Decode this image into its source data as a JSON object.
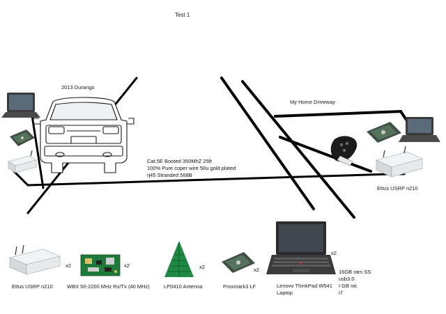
{
  "title": "Test 1",
  "labels": {
    "vehicle": "2013 Durango",
    "driveway": "My Home Driveway",
    "usrp_right": "Ettus USRP n210"
  },
  "cable": {
    "lines": [
      "Cat.5E Booted 350MhZ 25ft",
      "100% Pure coper wire 50u gold plated",
      "rj45 Stranded 568B"
    ]
  },
  "inventory": [
    {
      "name": "Ettus USRP n210",
      "qty": "x2"
    },
    {
      "name": "WBX 50-2200 MHz Rx/Tx (40 MHz)",
      "qty": "x2"
    },
    {
      "name": "LP0410 Antenna",
      "qty": "x2"
    },
    {
      "name": "Proxmark3 LF",
      "qty": "x2"
    },
    {
      "name": "Lenovo ThinkPad W541",
      "name2": "Laptop",
      "qty": "x2"
    }
  ],
  "laptop_specs": [
    "16GB ram SS",
    "usb3.0",
    "I GB nic",
    "i7"
  ],
  "colors": {
    "line": "#000000",
    "pcb_green": "#1f7a3a",
    "device_silver": "#e6e8ea",
    "laptop_dark": "#2b2b2b"
  }
}
